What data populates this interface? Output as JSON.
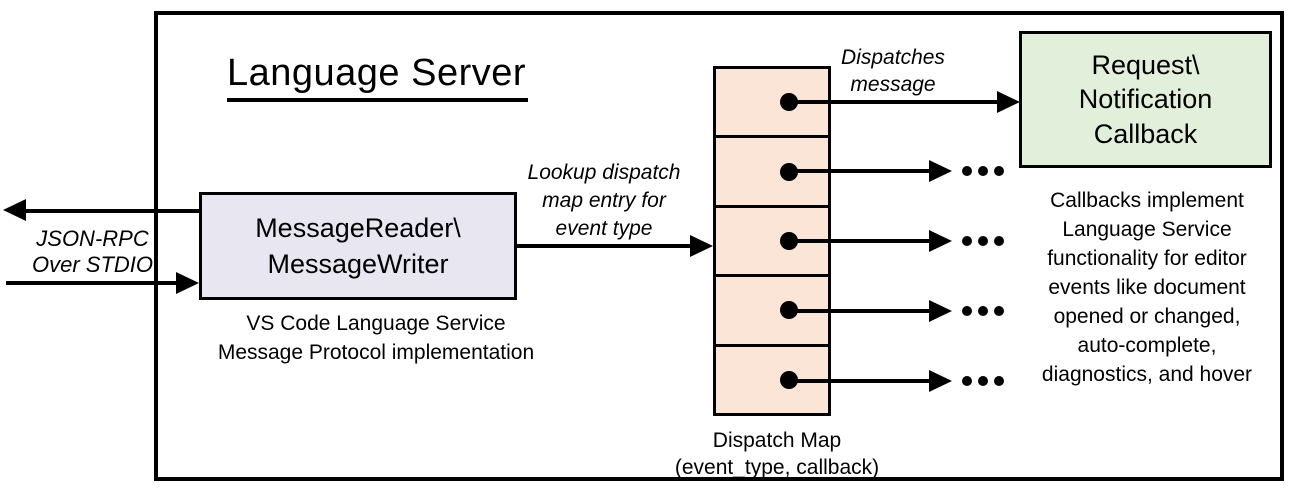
{
  "title": "Language Server",
  "io_arrows": {
    "label": "JSON-RPC\nOver STDIO"
  },
  "message_box": {
    "label": "MessageReader\\\nMessageWriter",
    "caption": "VS Code Language Service\nMessage Protocol implementation"
  },
  "lookup_arrow": {
    "label": "Lookup dispatch\nmap entry for\nevent type"
  },
  "dispatch_map": {
    "caption": "Dispatch Map\n(event_type, callback)",
    "row_count": 5
  },
  "dispatches_arrow": {
    "label": "Dispatches\nmessage"
  },
  "callback_box": {
    "label": "Request\\\nNotification\nCallback"
  },
  "callbacks_note": "Callbacks implement\nLanguage Service\nfunctionality for editor\nevents like document\nopened or changed,\nauto-complete,\ndiagnostics, and hover",
  "ellipsis": "...",
  "colors": {
    "message_box_fill": "#E8E6F0",
    "dispatch_map_fill": "#FBE5D6",
    "callback_box_fill": "#E2EFDA",
    "line": "#000000"
  }
}
